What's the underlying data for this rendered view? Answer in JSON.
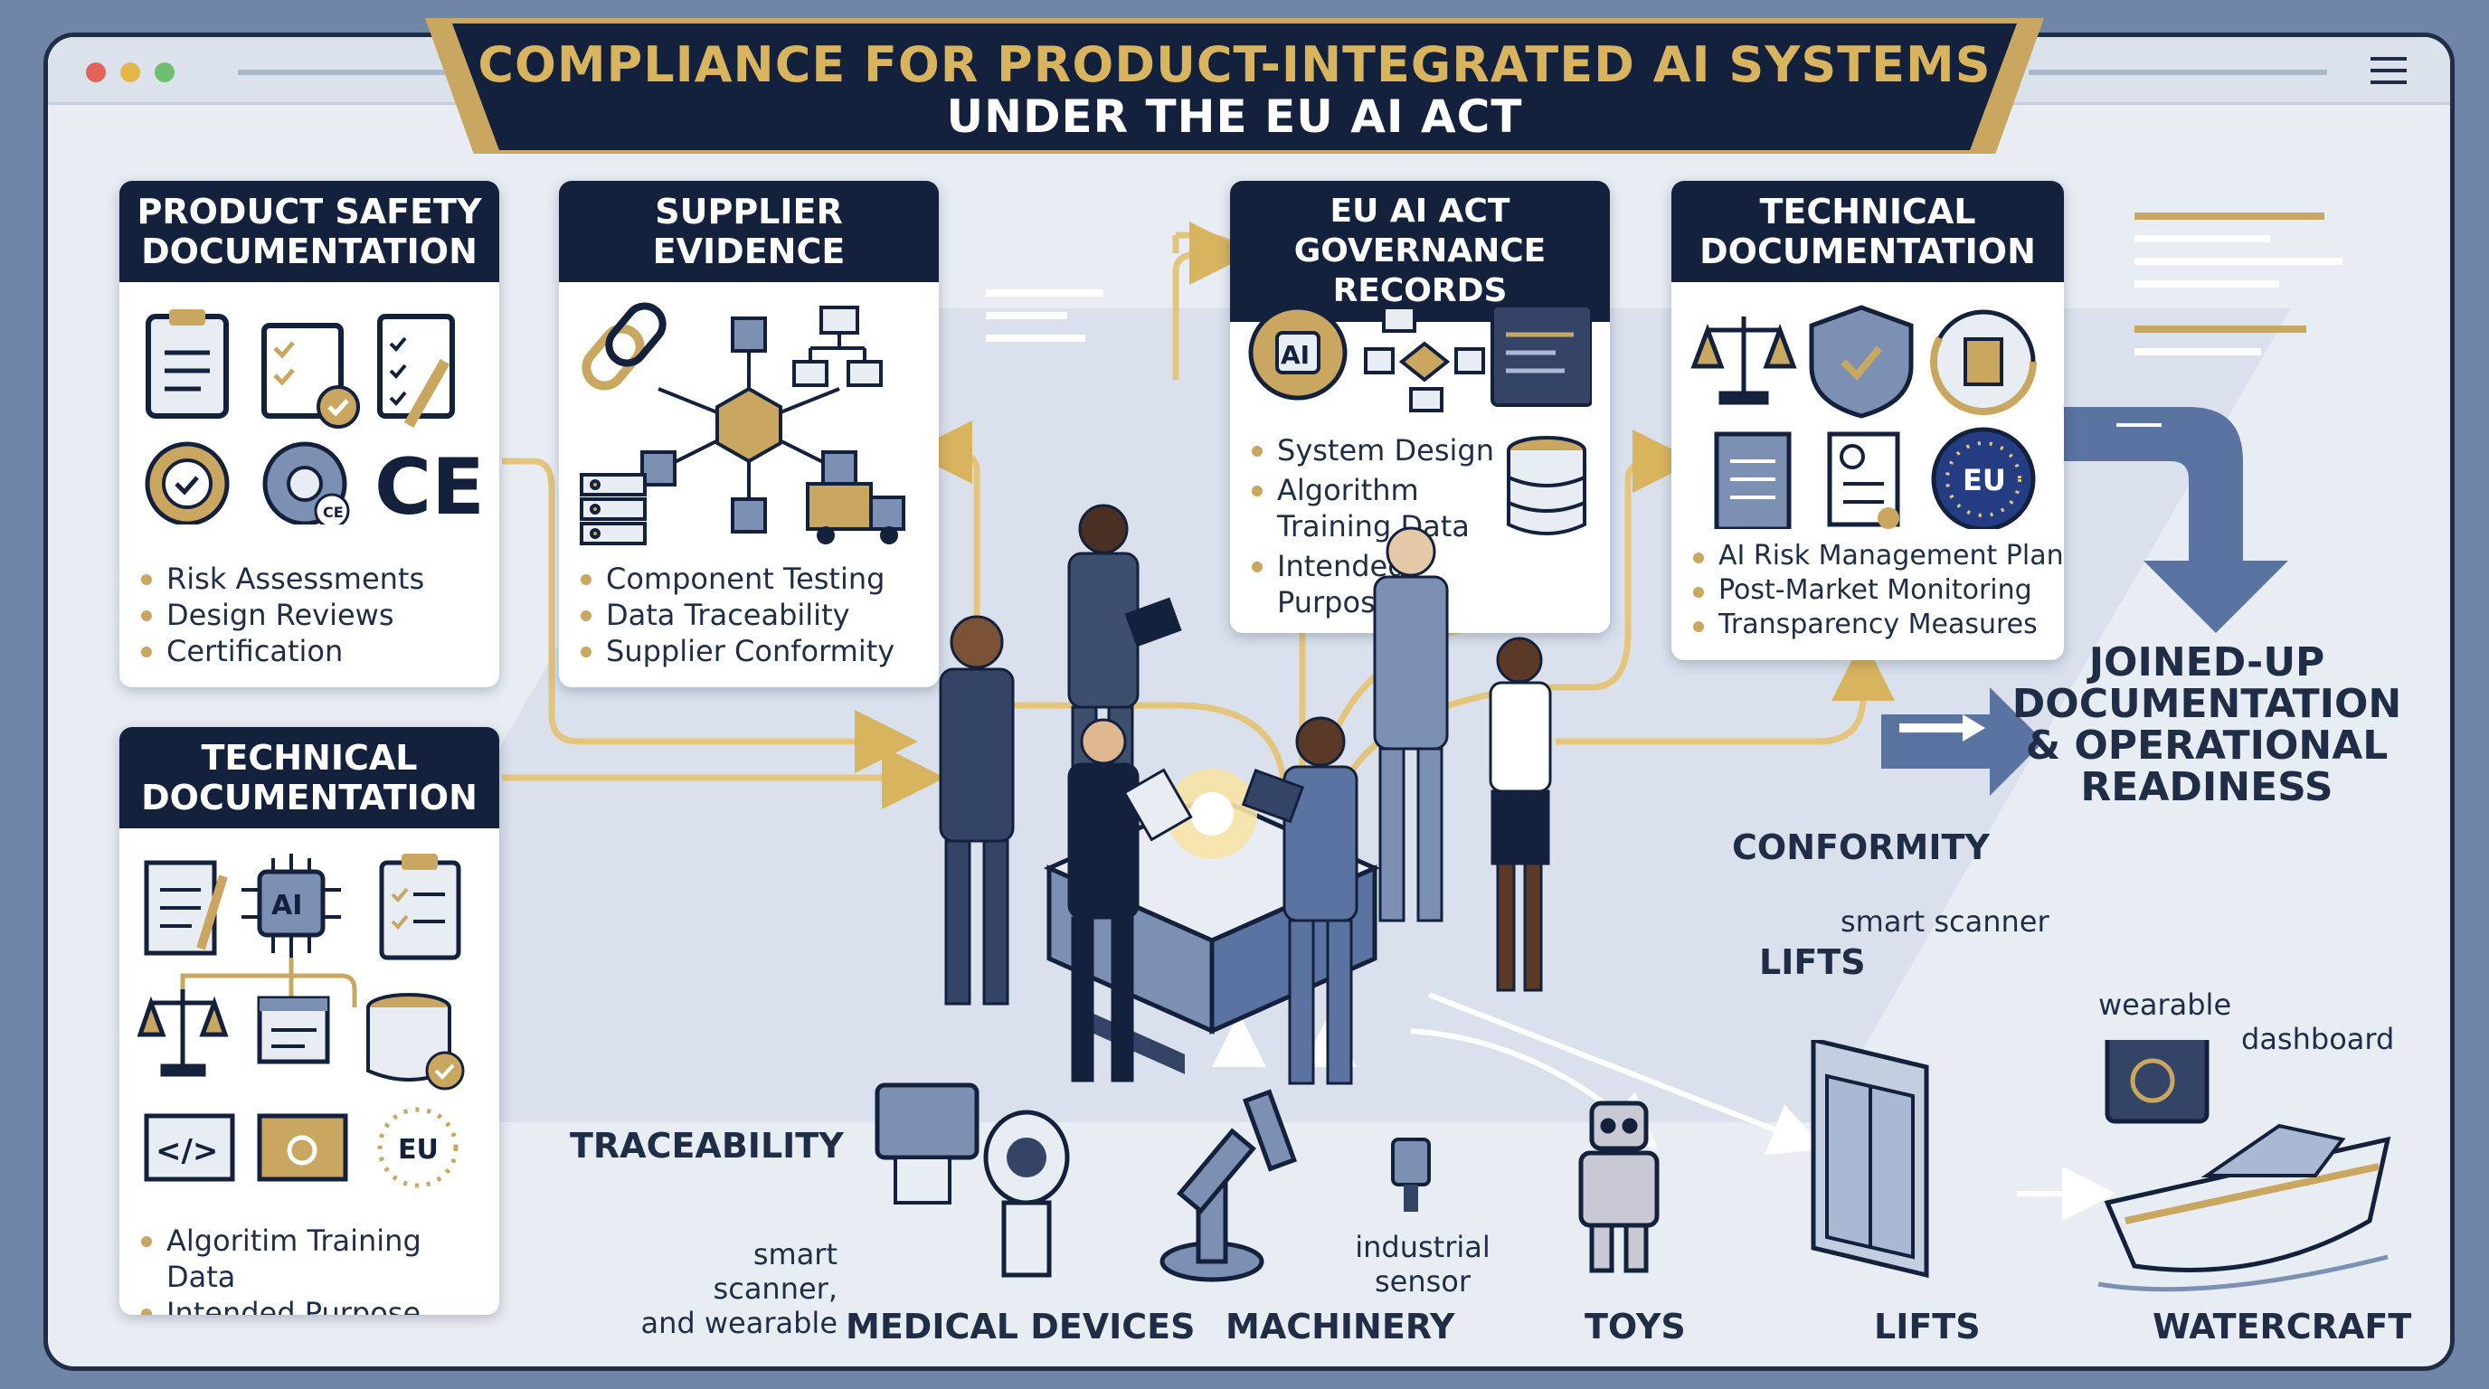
{
  "title": {
    "line1": "COMPLIANCE FOR PRODUCT-INTEGRATED AI SYSTEMS",
    "line2": "UNDER THE EU AI ACT"
  },
  "colors": {
    "navy": "#14213d",
    "gold": "#c9a760",
    "slate": "#6f86a8",
    "panel": "#e8edf4"
  },
  "cards": {
    "product_safety": {
      "title": "PRODUCT SAFETY DOCUMENTATION",
      "icons": [
        "clipboard-icon",
        "checklist-icon",
        "checklist-pencil-icon",
        "gear-check-icon",
        "gear-ce-icon",
        "ce-mark-icon"
      ],
      "items": [
        "Risk Assessments",
        "Design Reviews",
        "Certification"
      ]
    },
    "supplier": {
      "title": "SUPPLIER EVIDENCE",
      "icons": [
        "chain-link-icon",
        "network-hub-icon",
        "org-chart-icon",
        "server-rack-icon",
        "delivery-truck-icon"
      ],
      "items": [
        "Component Testing",
        "Data Traceability",
        "Supplier Conformity"
      ]
    },
    "governance": {
      "title_line1": "EU AI ACT",
      "title_line2": "GOVERNANCE RECORDS",
      "ai_badge": "AI",
      "icons": [
        "ai-brain-icon",
        "flowchart-icon",
        "code-window-icon",
        "database-icon"
      ],
      "items": [
        "System Design",
        "Algorithm Training Data",
        "Intended Purpose"
      ]
    },
    "technical_right": {
      "title": "TECHNICAL DOCUMENTATION",
      "eu_badge": "EU",
      "icons": [
        "scales-icon",
        "shield-check-icon",
        "document-circle-icon",
        "report-icon",
        "document-search-icon",
        "eu-flag-icon"
      ],
      "items": [
        "AI Risk Management Plan",
        "Post-Market Monitoring",
        "Transparency Measures"
      ]
    },
    "technical_left": {
      "title": "TECHNICAL DOCUMENTATION",
      "ai_badge": "AI",
      "eu_badge": "EU",
      "icons": [
        "document-pencil-icon",
        "ai-chip-icon",
        "clipboard-checklist-icon",
        "scales-icon",
        "window-icon",
        "database-check-icon",
        "code-brackets-icon",
        "gear-window-icon",
        "eu-stars-icon"
      ],
      "items": [
        "Algoritim Training Data",
        "Intended Purpose"
      ]
    }
  },
  "joined_up": [
    "JOINED-UP",
    "DOCUMENTATION",
    "& OPERATIONAL",
    "READINESS"
  ],
  "labels": {
    "conformity": "CONFORMITY",
    "traceability": "TRACEABILITY",
    "lifts_side": "LIFTS",
    "smart_scanner": "smart scanner",
    "wearable": "wearable",
    "dashboard": "dashboard",
    "smart_scanner_wearable_1": "smart scanner,",
    "smart_scanner_wearable_2": "and wearable",
    "industrial_sensor_1": "industrial",
    "industrial_sensor_2": "sensor"
  },
  "products": [
    "MEDICAL DEVICES",
    "MACHINERY",
    "TOYS",
    "LIFTS",
    "WATERCRAFT"
  ]
}
